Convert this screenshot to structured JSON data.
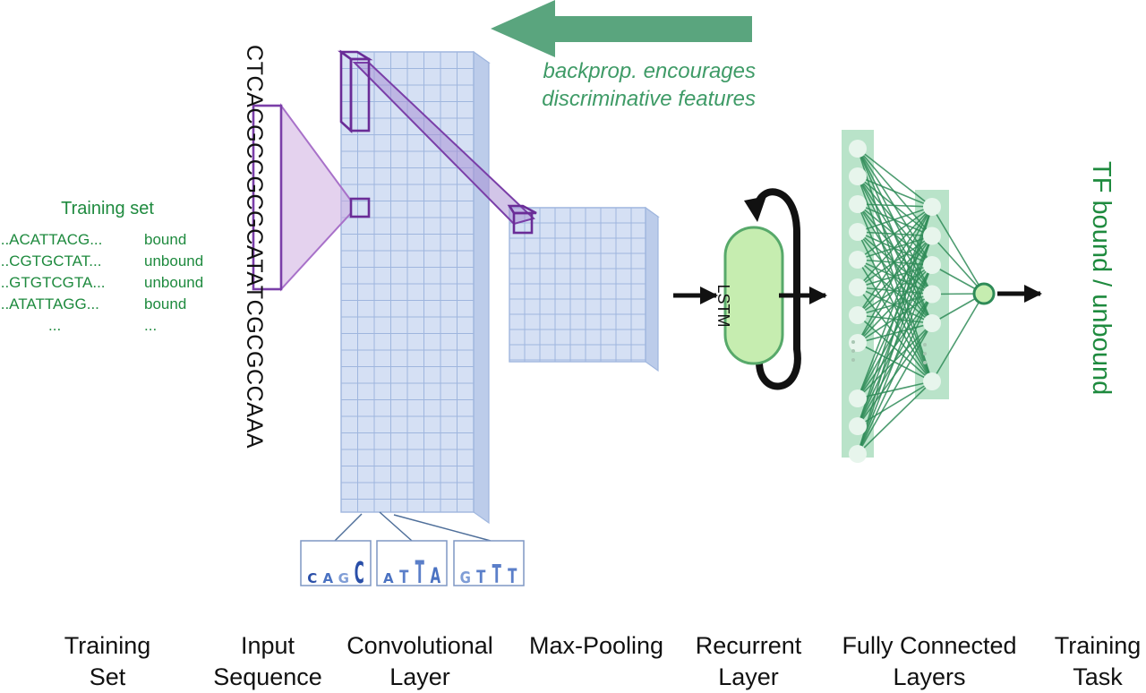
{
  "backprop_note": {
    "line1": "backprop. encourages",
    "line2": "discriminative features"
  },
  "training_set": {
    "title": "Training set",
    "rows": [
      {
        "seq": "...ACATTACG...",
        "label": "bound"
      },
      {
        "seq": "...CGTGCTAT...",
        "label": "unbound"
      },
      {
        "seq": "...GTGTCGTA...",
        "label": "unbound"
      },
      {
        "seq": "...ATATTAGG...",
        "label": "bound"
      },
      {
        "seq": "...",
        "label": "..."
      }
    ]
  },
  "input_sequence": "CTCACGCCGCGCATATCGCGCCAAA",
  "lstm_label": "LSTM",
  "task_output": "TF bound / unbound",
  "stages": [
    {
      "line1": "Training",
      "line2": "Set"
    },
    {
      "line1": "Input",
      "line2": "Sequence"
    },
    {
      "line1": "Convolutional",
      "line2": "Layer"
    },
    {
      "line1": "Max-Pooling",
      "line2": ""
    },
    {
      "line1": "Recurrent",
      "line2": "Layer"
    },
    {
      "line1": "Fully Connected",
      "line2": "Layers"
    },
    {
      "line1": "Training",
      "line2": "Task"
    }
  ],
  "motifs": [
    {
      "letters": "CAGC",
      "sizes": [
        1,
        1,
        1,
        2.2
      ]
    },
    {
      "letters": "ATTA",
      "sizes": [
        1,
        1.3,
        2.3,
        1.6
      ]
    },
    {
      "letters": "GTTT",
      "sizes": [
        1.2,
        1.3,
        1.9,
        1.5
      ]
    }
  ],
  "colors": {
    "grid_fill": "#d5e0f4",
    "grid_line": "#9fb6de",
    "filter_outline": "#7a3ea8",
    "green_accent": "#1e8a3e",
    "arrow_green": "#5aa57e",
    "node_fill": "#b9e3c9",
    "lstm_fill": "#c6edb0"
  }
}
